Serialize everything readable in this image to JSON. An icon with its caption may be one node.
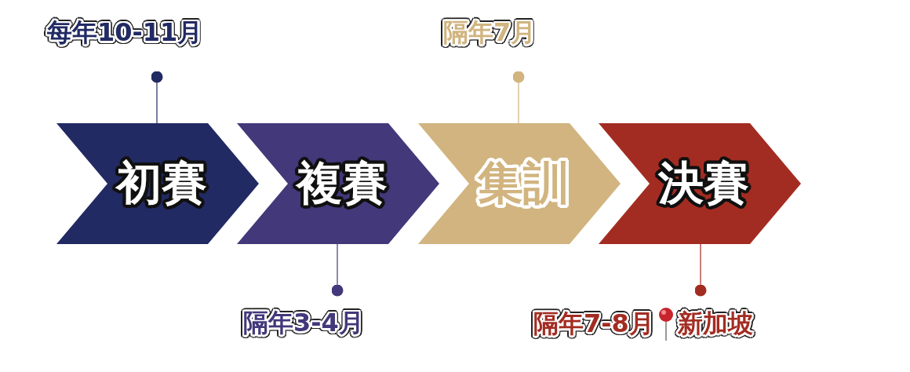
{
  "diagram": {
    "nodes": [
      {
        "text": [
          "初賽"
        ]
      },
      {
        "text": [
          "複賽"
        ]
      },
      {
        "text": [
          "集訓"
        ]
      },
      {
        "text": [
          "決賽"
        ]
      },
      {
        "text": [
          "每年10-11月"
        ]
      },
      {
        "text": [
          "隔年3-4月"
        ]
      },
      {
        "text": [
          "隔年7月"
        ]
      },
      {
        "text": [
          "隔年7-8月",
          "新加坡"
        ]
      }
    ],
    "edges": [
      {
        "from": 4,
        "to": 0,
        "arrow": "other",
        "color": "#222a63"
      },
      {
        "from": 5,
        "to": 1,
        "arrow": "other",
        "color": "#43387a"
      },
      {
        "from": 6,
        "to": 2,
        "arrow": "other",
        "color": "#d1b47f"
      },
      {
        "from": 7,
        "to": 3,
        "arrow": "other",
        "color": "#a32c22"
      }
    ]
  }
}
